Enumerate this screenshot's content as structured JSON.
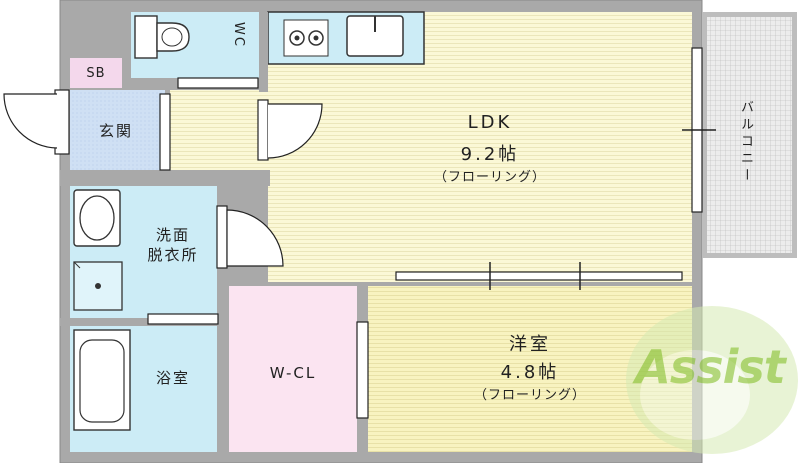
{
  "rooms": {
    "ldk": {
      "name": "LDK",
      "size": "9.2帖",
      "floor": "（フローリング）"
    },
    "western": {
      "name": "洋室",
      "size": "4.8帖",
      "floor": "（フローリング）"
    },
    "wc": "WC",
    "sb": "SB",
    "entrance": "玄関",
    "washroom": [
      "洗面",
      "脱衣所"
    ],
    "bath": "浴室",
    "wcl": "W-CL",
    "balcony": "バルコニー"
  },
  "watermark": "Assist",
  "colors": {
    "wall": "#a9a9a9",
    "ldk_floor": "#fbf8d6",
    "western_floor": "#f8f3c0",
    "wet_area": "#ccecf6",
    "entrance": "#cfe0f4",
    "sb": "#f4d8ec",
    "wcl": "#fbe4f1",
    "balcony": "#e6e6e6",
    "logo_green": "#7dbb1f"
  }
}
